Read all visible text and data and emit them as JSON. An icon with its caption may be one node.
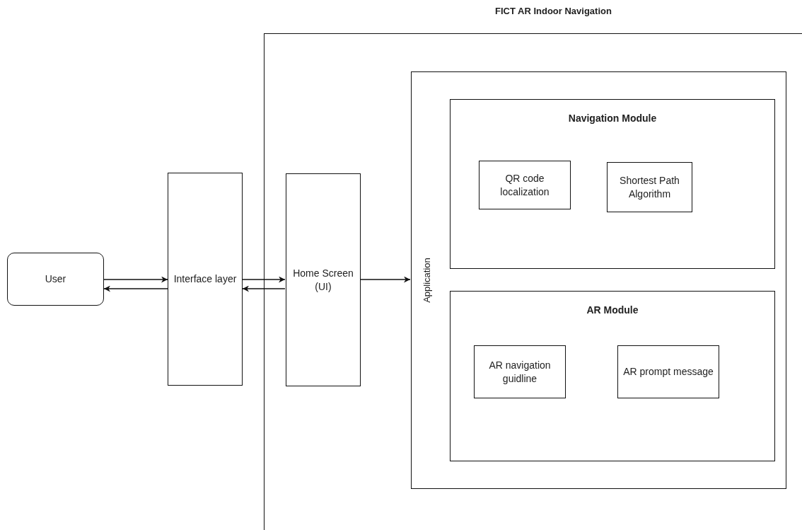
{
  "diagram": {
    "nodes": [
      {
        "text": [
          "FICT AR Indoor Navigation"
        ]
      },
      {
        "text": [
          "User"
        ]
      },
      {
        "text": [
          "Interface layer"
        ]
      },
      {
        "text": [
          "Home Screen (UI)"
        ],
        "in": 0
      },
      {
        "text": [
          "Application"
        ],
        "in": 0
      },
      {
        "text": [
          "Navigation Module"
        ],
        "in": 4
      },
      {
        "text": [
          "QR code localization"
        ],
        "in": 5
      },
      {
        "text": [
          "Shortest Path Algorithm"
        ],
        "in": 5
      },
      {
        "text": [
          "AR Module"
        ],
        "in": 4
      },
      {
        "text": [
          "AR navigation guidline"
        ],
        "in": 8
      },
      {
        "text": [
          "AR prompt message"
        ],
        "in": 8
      }
    ],
    "edges": [
      {
        "from": 1,
        "to": 2,
        "arrow": "to"
      },
      {
        "from": 2,
        "to": 1,
        "arrow": "to"
      },
      {
        "from": 2,
        "to": 3,
        "arrow": "to"
      },
      {
        "from": 3,
        "to": 2,
        "arrow": "to"
      },
      {
        "from": 3,
        "to": 4,
        "arrow": "to"
      }
    ]
  }
}
